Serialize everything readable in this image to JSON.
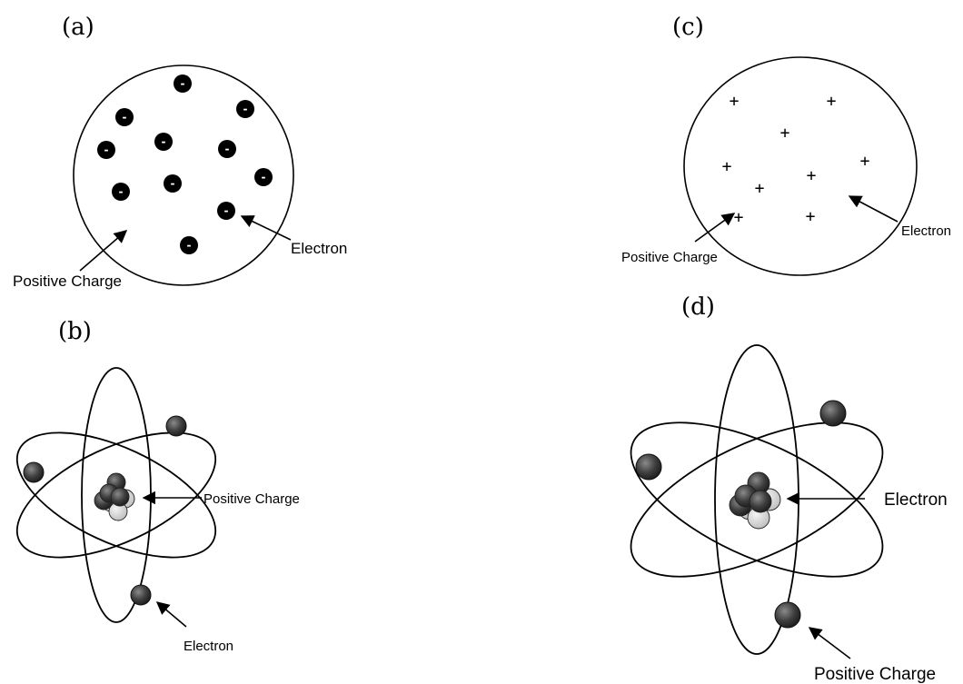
{
  "panels": {
    "a": {
      "label": "(a)",
      "callouts": {
        "electron": "Electron",
        "positive": "Positive Charge"
      },
      "electron_sign": "-"
    },
    "b": {
      "label": "(b)",
      "callouts": {
        "positive": "Positive Charge",
        "electron": "Electron"
      }
    },
    "c": {
      "label": "(c)",
      "callouts": {
        "electron": "Electron",
        "positive": "Positive Charge"
      },
      "charge_sign": "+"
    },
    "d": {
      "label": "(d)",
      "callouts": {
        "electron": "Electron",
        "positive": "Positive Charge"
      }
    }
  },
  "colors": {
    "electron_dark": "#3a3a3a",
    "proton_light": "#d6d6d6",
    "ink": "#000000"
  }
}
